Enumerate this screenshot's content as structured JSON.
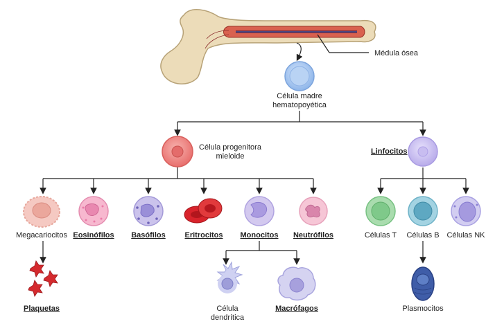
{
  "labels": {
    "medula": "Médula ósea",
    "stem1": "Célula madre",
    "stem2": "hematopoyética",
    "myeloid1": "Célula progenitora",
    "myeloid2": "mieloide",
    "lymphocytes": "Linfocitos",
    "megakaryocytes": "Megacariocitos",
    "eosinophils": "Eosinófilos",
    "basophils": "Basófilos",
    "erythrocytes": "Eritrocitos",
    "monocytes": "Monocitos",
    "neutrophils": "Neutrófilos",
    "t_cells": "Células T",
    "b_cells": "Células B",
    "nk_cells": "Células NK",
    "platelets": "Plaquetas",
    "dendritic1": "Célula",
    "dendritic2": "dendrítica",
    "macrophages": "Macrófagos",
    "plasma_cells": "Plasmocitos"
  },
  "colors": {
    "connector": "#222222",
    "bone": "#e9d9b6",
    "marrow": "#c94b3d",
    "stem_cell": "#a9c8f0",
    "myeloid_cell": "#f08a88",
    "lymphocyte": "#cfc5f2",
    "t_cell": "#9fd8a4",
    "b_cell": "#8fc8da",
    "nk_cell": "#c9c2ee"
  }
}
